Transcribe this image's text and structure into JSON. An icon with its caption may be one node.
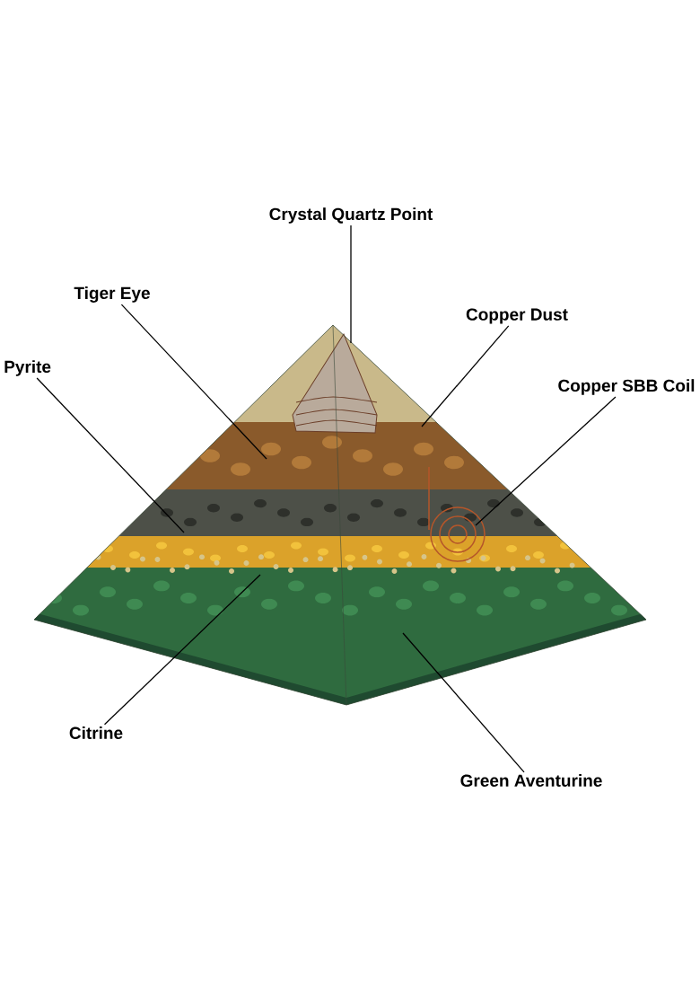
{
  "diagram": {
    "nodes": [
      {
        "text": [
          "Crystal Quartz Point"
        ]
      },
      {
        "text": [
          "Tiger Eye"
        ]
      },
      {
        "text": [
          "Copper Dust"
        ]
      },
      {
        "text": [
          "Pyrite"
        ]
      },
      {
        "text": [
          "Copper SBB Coil"
        ]
      },
      {
        "text": [
          "Citrine"
        ]
      },
      {
        "text": [
          "Green Aventurine"
        ]
      }
    ],
    "edges": [
      {
        "from": 0,
        "to": null,
        "arrow": "none"
      },
      {
        "from": 1,
        "to": null,
        "arrow": "none"
      },
      {
        "from": 2,
        "to": null,
        "arrow": "none"
      },
      {
        "from": 3,
        "to": null,
        "arrow": "none"
      },
      {
        "from": 4,
        "to": null,
        "arrow": "none"
      },
      {
        "from": 5,
        "to": null,
        "arrow": "none"
      },
      {
        "from": 6,
        "to": null,
        "arrow": "none"
      }
    ]
  }
}
